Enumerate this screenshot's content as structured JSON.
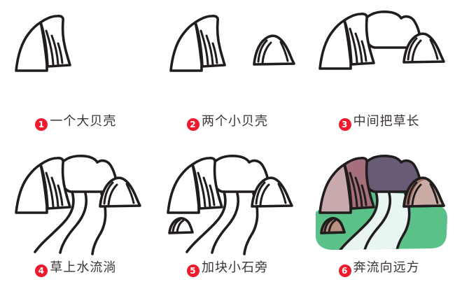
{
  "tutorial": {
    "subject": "rocks-and-stream-drawing-steps",
    "steps": [
      {
        "number": "1",
        "caption": "一个大贝壳",
        "drawing": "big-shell-rock"
      },
      {
        "number": "2",
        "caption": "两个小贝壳",
        "drawing": "big-shell-and-small-shell"
      },
      {
        "number": "3",
        "caption": "中间把草长",
        "drawing": "shells-with-grassy-mound"
      },
      {
        "number": "4",
        "caption": "草上水流淌",
        "drawing": "mound-with-stream"
      },
      {
        "number": "5",
        "caption": "加块小石旁",
        "drawing": "stream-with-small-stone"
      },
      {
        "number": "6",
        "caption": "奔流向远方",
        "drawing": "colored-stream-scene"
      }
    ]
  },
  "colors": {
    "outline": "#211c1d",
    "badge_red": "#ee1b2c",
    "caption_text": "#3b3633",
    "paper": "#ffffff",
    "grass_green": "#5ac189",
    "river_white": "#e9f5f3",
    "rock_light": "#c8a9ac",
    "rock_dark": "#a5707c",
    "mound_purple": "#685b76",
    "shell_light": "#cbaca5",
    "shell_dark": "#a5766f",
    "stone_light": "#bb9182",
    "stone_dark": "#a87a6d"
  }
}
